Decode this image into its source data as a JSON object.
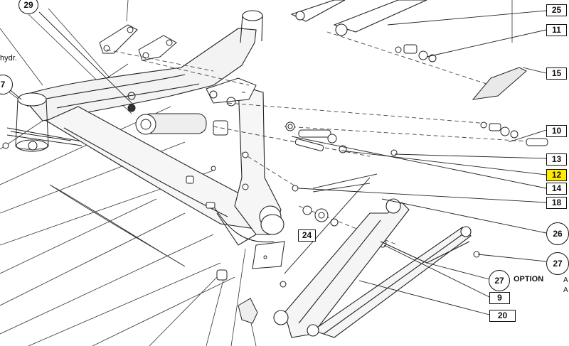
{
  "drawing": {
    "callouts": {
      "c29": "29",
      "c7": "7",
      "c25": "25",
      "c11": "11",
      "c15": "15",
      "c10": "10",
      "c13": "13",
      "c12": "12",
      "c14": "14",
      "c18": "18",
      "c24": "24",
      "c26": "26",
      "c27a": "27",
      "c27b": "27",
      "c9": "9",
      "c20": "20"
    },
    "option_label": "OPTION",
    "partial_text_hydr": "hydr.",
    "edge_marks": [
      "A",
      "A"
    ],
    "highlight_color": "#ffeb00",
    "line_color": "#111111"
  }
}
